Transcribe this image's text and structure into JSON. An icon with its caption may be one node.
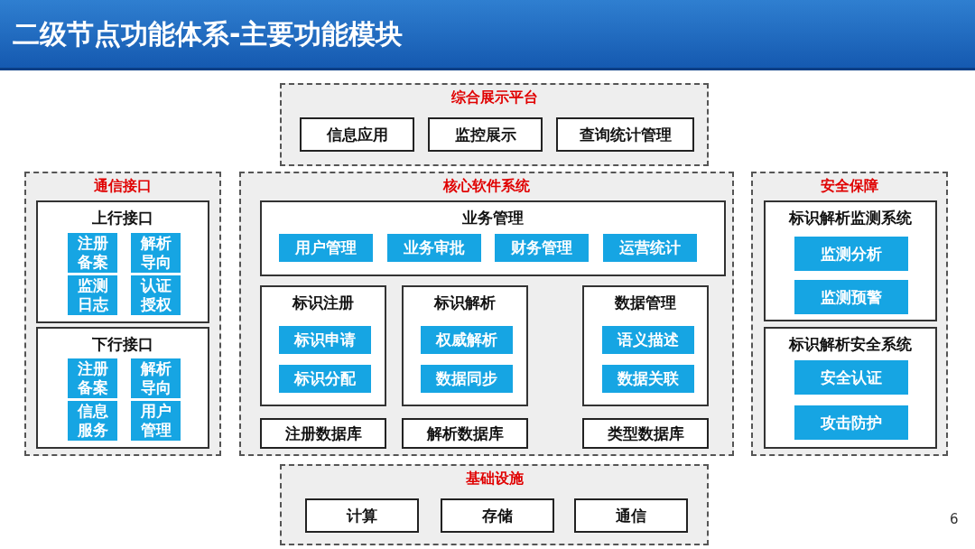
{
  "diagram": {
    "title": "二级节点功能体系-主要功能模块",
    "nodes": [
      {
        "text": [
          "综合展示平台"
        ]
      },
      {
        "text": [
          "信息应用"
        ],
        "in": 0
      },
      {
        "text": [
          "监控展示"
        ],
        "in": 0
      },
      {
        "text": [
          "查询统计管理"
        ],
        "in": 0
      },
      {
        "text": [
          "通信接口"
        ]
      },
      {
        "text": [
          "上行接口"
        ],
        "in": 4
      },
      {
        "text": [
          "注册备案"
        ],
        "in": 5
      },
      {
        "text": [
          "解析导向"
        ],
        "in": 5
      },
      {
        "text": [
          "监测日志"
        ],
        "in": 5
      },
      {
        "text": [
          "认证授权"
        ],
        "in": 5
      },
      {
        "text": [
          "下行接口"
        ],
        "in": 4
      },
      {
        "text": [
          "注册备案"
        ],
        "in": 10
      },
      {
        "text": [
          "解析导向"
        ],
        "in": 10
      },
      {
        "text": [
          "信息服务"
        ],
        "in": 10
      },
      {
        "text": [
          "用户管理"
        ],
        "in": 10
      },
      {
        "text": [
          "核心软件系统"
        ]
      },
      {
        "text": [
          "业务管理"
        ],
        "in": 15
      },
      {
        "text": [
          "用户管理"
        ],
        "in": 16
      },
      {
        "text": [
          "业务审批"
        ],
        "in": 16
      },
      {
        "text": [
          "财务管理"
        ],
        "in": 16
      },
      {
        "text": [
          "运营统计"
        ],
        "in": 16
      },
      {
        "text": [
          "标识注册"
        ],
        "in": 15
      },
      {
        "text": [
          "标识申请"
        ],
        "in": 21
      },
      {
        "text": [
          "标识分配"
        ],
        "in": 21
      },
      {
        "text": [
          "标识解析"
        ],
        "in": 15
      },
      {
        "text": [
          "权威解析"
        ],
        "in": 24
      },
      {
        "text": [
          "数据同步"
        ],
        "in": 24
      },
      {
        "text": [
          "数据管理"
        ],
        "in": 15
      },
      {
        "text": [
          "语义描述"
        ],
        "in": 27
      },
      {
        "text": [
          "数据关联"
        ],
        "in": 27
      },
      {
        "text": [
          "注册数据库"
        ],
        "in": 15
      },
      {
        "text": [
          "解析数据库"
        ],
        "in": 15
      },
      {
        "text": [
          "类型数据库"
        ],
        "in": 15
      },
      {
        "text": [
          "安全保障"
        ]
      },
      {
        "text": [
          "标识解析监测系统"
        ],
        "in": 33
      },
      {
        "text": [
          "监测分析"
        ],
        "in": 34
      },
      {
        "text": [
          "监测预警"
        ],
        "in": 34
      },
      {
        "text": [
          "标识解析安全系统"
        ],
        "in": 33
      },
      {
        "text": [
          "安全认证"
        ],
        "in": 37
      },
      {
        "text": [
          "攻击防护"
        ],
        "in": 37
      },
      {
        "text": [
          "基础设施"
        ]
      },
      {
        "text": [
          "计算"
        ],
        "in": 40
      },
      {
        "text": [
          "存储"
        ],
        "in": 40
      },
      {
        "text": [
          "通信"
        ],
        "in": 40
      }
    ],
    "labels": [
      "6"
    ]
  }
}
